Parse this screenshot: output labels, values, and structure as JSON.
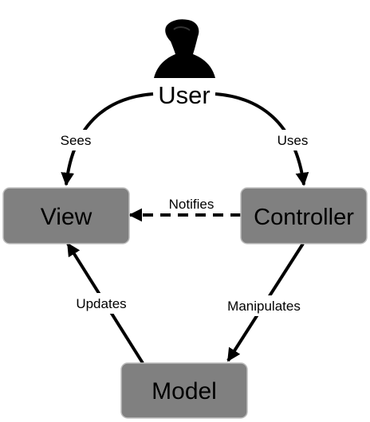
{
  "diagram": {
    "actor": {
      "label": "User",
      "icon": "user-silhouette-icon"
    },
    "nodes": {
      "view": {
        "label": "View"
      },
      "controller": {
        "label": "Controller"
      },
      "model": {
        "label": "Model"
      }
    },
    "edges": {
      "sees": {
        "label": "Sees",
        "from": "User",
        "to": "View",
        "style": "solid"
      },
      "uses": {
        "label": "Uses",
        "from": "User",
        "to": "Controller",
        "style": "solid"
      },
      "notifies": {
        "label": "Notifies",
        "from": "Controller",
        "to": "View",
        "style": "dashed"
      },
      "updates": {
        "label": "Updates",
        "from": "Model",
        "to": "View",
        "style": "solid"
      },
      "manipulates": {
        "label": "Manipulates",
        "from": "Controller",
        "to": "Model",
        "style": "solid"
      }
    },
    "colors": {
      "node_fill": "#808080",
      "node_stroke": "#bdbdbd",
      "line": "#000000",
      "icon": "#000000"
    }
  }
}
